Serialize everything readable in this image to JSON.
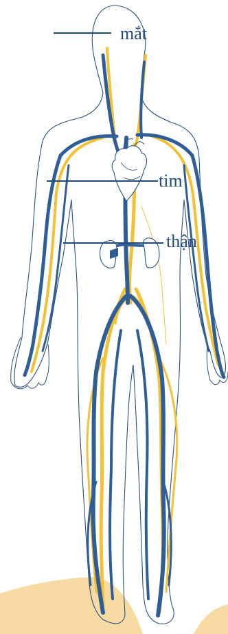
{
  "labels": {
    "eye": "mắt",
    "heart": "tim",
    "kidney": "thận"
  },
  "colors": {
    "vein": "#2f5e96",
    "artery": "#f3c136",
    "outline": "#2b4f7e",
    "label_text": "#1f4a7a",
    "ground": "#f7dba3"
  }
}
